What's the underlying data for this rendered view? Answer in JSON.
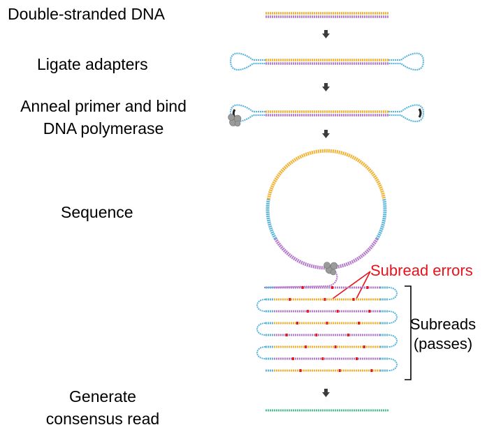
{
  "steps": [
    {
      "label": "Double-stranded DNA"
    },
    {
      "label": "Ligate adapters"
    },
    {
      "label": "Anneal primer and bind",
      "label2": "DNA polymerase"
    },
    {
      "label": "Sequence"
    },
    {
      "label": "Generate",
      "label2": "consensus read"
    }
  ],
  "annotations": {
    "subread_errors": "Subread errors",
    "subreads": "Subreads",
    "passes": "(passes)"
  },
  "colors": {
    "insert": "#f2b233",
    "insert_complement": "#b57bcc",
    "adapter": "#5ab4dc",
    "error": "#e8121b",
    "consensus": "#4cc38a",
    "arrow": "#3c3c3c",
    "polymerase": "#9a9a9a"
  },
  "subreads": {
    "passes": 4
  }
}
